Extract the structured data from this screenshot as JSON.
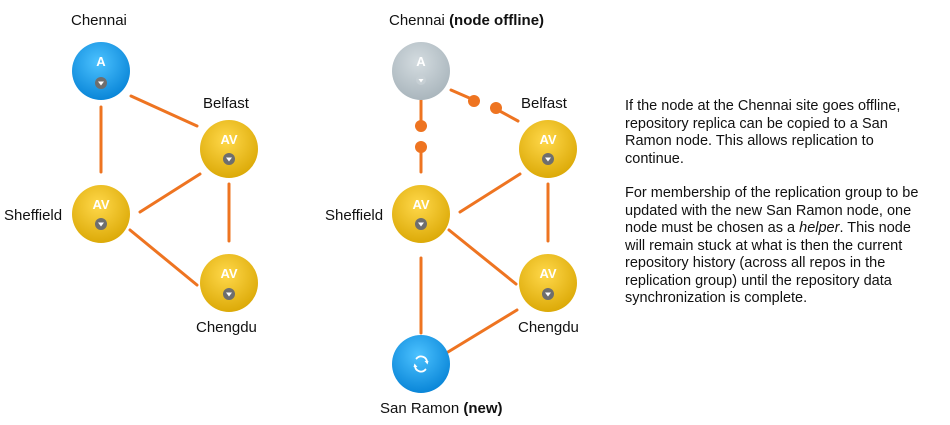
{
  "colors": {
    "edge": "#ee7421",
    "node_a": "#1a9de8",
    "node_av": "#e8b912",
    "node_offline": "#b8c3c9"
  },
  "left_diagram": {
    "nodes": [
      {
        "label": "Chennai",
        "badge": "A"
      },
      {
        "label": "Belfast",
        "badge": "AV"
      },
      {
        "label": "Sheffield",
        "badge": "AV"
      },
      {
        "label": "Chengdu",
        "badge": "AV"
      }
    ]
  },
  "right_diagram": {
    "nodes": [
      {
        "label": "Chennai",
        "label_suffix": "(node offline)",
        "badge": "A"
      },
      {
        "label": "Belfast",
        "badge": "AV"
      },
      {
        "label": "Sheffield",
        "badge": "AV"
      },
      {
        "label": "Chengdu",
        "badge": "AV"
      },
      {
        "label": "San Ramon",
        "label_suffix": "(new)",
        "badge": "sync-icon"
      }
    ]
  },
  "description": {
    "para1": "If the node at the Chennai site goes offline, repository replica can be copied to a San Ramon node. This allows replication to continue.",
    "para2_before": "For membership of the replication group to be updated with the new San Ramon node, one node must be chosen as a ",
    "para2_em": "helper",
    "para2_after": ". This node will remain stuck at what is then the current repository history (across all repos in the replication group) until the repository data synchronization is complete."
  }
}
